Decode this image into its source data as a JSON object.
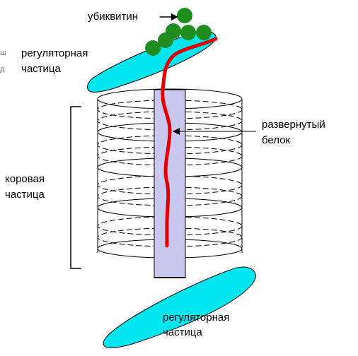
{
  "labels": {
    "ubiquitin": "убиквитин",
    "regulatory_top_line1": "регуляторная",
    "regulatory_top_line2": "частица",
    "unfolded_line1": "развернутый",
    "unfolded_line2": "белок",
    "core_line1": "коровая",
    "core_line2": "частица",
    "regulatory_bottom_line1": "регуляторная",
    "regulatory_bottom_line2": "частица",
    "edge_glyph_1": "ш",
    "edge_glyph_2": "д"
  },
  "colors": {
    "regulatory_particle_fill": "#00e5ee",
    "channel_fill": "#c8c8f0",
    "protein_chain": "#e00000",
    "ubiquitin_ball": "#1e8c1e",
    "outline": "#000000"
  },
  "core_ring_count": 4
}
